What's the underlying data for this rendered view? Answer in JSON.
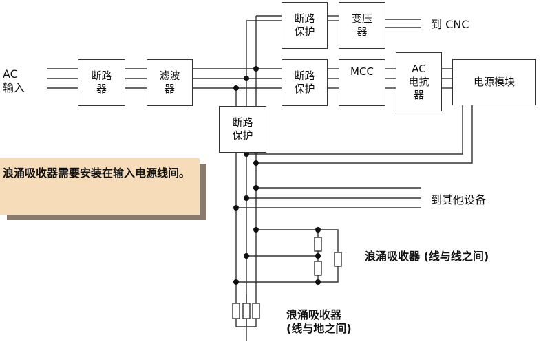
{
  "input": {
    "line1": "AC",
    "line2": "输入"
  },
  "boxes": {
    "breaker_main": [
      "断路",
      "器"
    ],
    "filter": [
      "滤波",
      "器"
    ],
    "breaker_top": [
      "断路",
      "保护"
    ],
    "transformer": [
      "变压",
      "器"
    ],
    "breaker_mid": [
      "断路",
      "保护"
    ],
    "mcc": [
      "MCC"
    ],
    "ac_reactor": [
      "AC",
      "电抗",
      "器"
    ],
    "power_module": [
      "电源模块"
    ],
    "breaker_low": [
      "断路",
      "保护"
    ]
  },
  "labels": {
    "to_cnc": "到 CNC",
    "to_other": "到其他设备",
    "absorber_ll": "浪涌吸收器 (线与线之间)",
    "absorber_lg_1": "浪涌吸收器",
    "absorber_lg_2": "(线与地之间)"
  },
  "note": {
    "text": "浪涌吸收器需要安装在输入电源线间。"
  },
  "colors": {
    "line": "#333333",
    "note_bg": "#f6dcb8",
    "note_shadow": "#8a7a6c",
    "absorber_bg": "#f4f06a"
  }
}
